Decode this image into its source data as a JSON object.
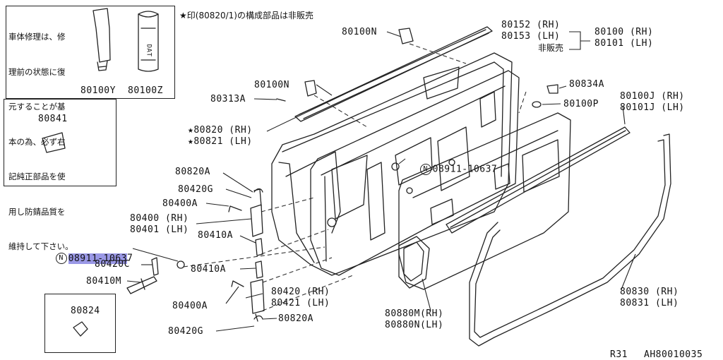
{
  "note_box": {
    "text_lines": [
      "車体修理は、修",
      "理前の状態に復",
      "元することが基",
      "本の為、必ず右",
      "記純正部品を使",
      "用し防錆品質を",
      "維持して下さい。"
    ],
    "part_a": "80100Y",
    "part_b": "80100Z",
    "can_label": "DAT"
  },
  "star_note": "★印(80820/1)の構成部品は非販売",
  "inset_top": {
    "part": "80841"
  },
  "inset_bottom": {
    "part": "80824"
  },
  "labels": {
    "p80100N_top": "80100N",
    "p80152": "80152 (RH)",
    "p80153": "80153 (LH)",
    "hanbai": "非販売",
    "p80100": "80100 (RH)",
    "p80101": "80101 (LH)",
    "p80100N_mid": "80100N",
    "p80834A": "80834A",
    "p80313A": "80313A",
    "p80100P": "80100P",
    "p80100J": "80100J (RH)",
    "p80101J": "80101J (LH)",
    "p80820": "★80820 (RH)",
    "p80821": "★80821 (LH)",
    "bolt_mid_n": "N",
    "bolt_mid": "08911-10637",
    "p80820A_top": "80820A",
    "p80420G_top": "80420G",
    "p80400A_top": "80400A",
    "p80400": "80400 (RH)",
    "p80401": "80401 (LH)",
    "p80410A_top": "80410A",
    "bolt_left_n": "N",
    "bolt_left_hl": "08911-1063",
    "bolt_left_rest": "7",
    "p80420C": "80420C",
    "p80410A_low": "80410A",
    "p80410M": "80410M",
    "p80400A_low": "80400A",
    "p80420": "80420 (RH)",
    "p80421": "80421 (LH)",
    "p80420G_low": "80420G",
    "p80820A_low": "80820A",
    "p80880M": "80880M(RH)",
    "p80880N": "80880N(LH)",
    "p80830": "80830 (RH)",
    "p80831": "80831 (LH)"
  },
  "footer": {
    "model": "R31",
    "code": "AH80010035"
  }
}
